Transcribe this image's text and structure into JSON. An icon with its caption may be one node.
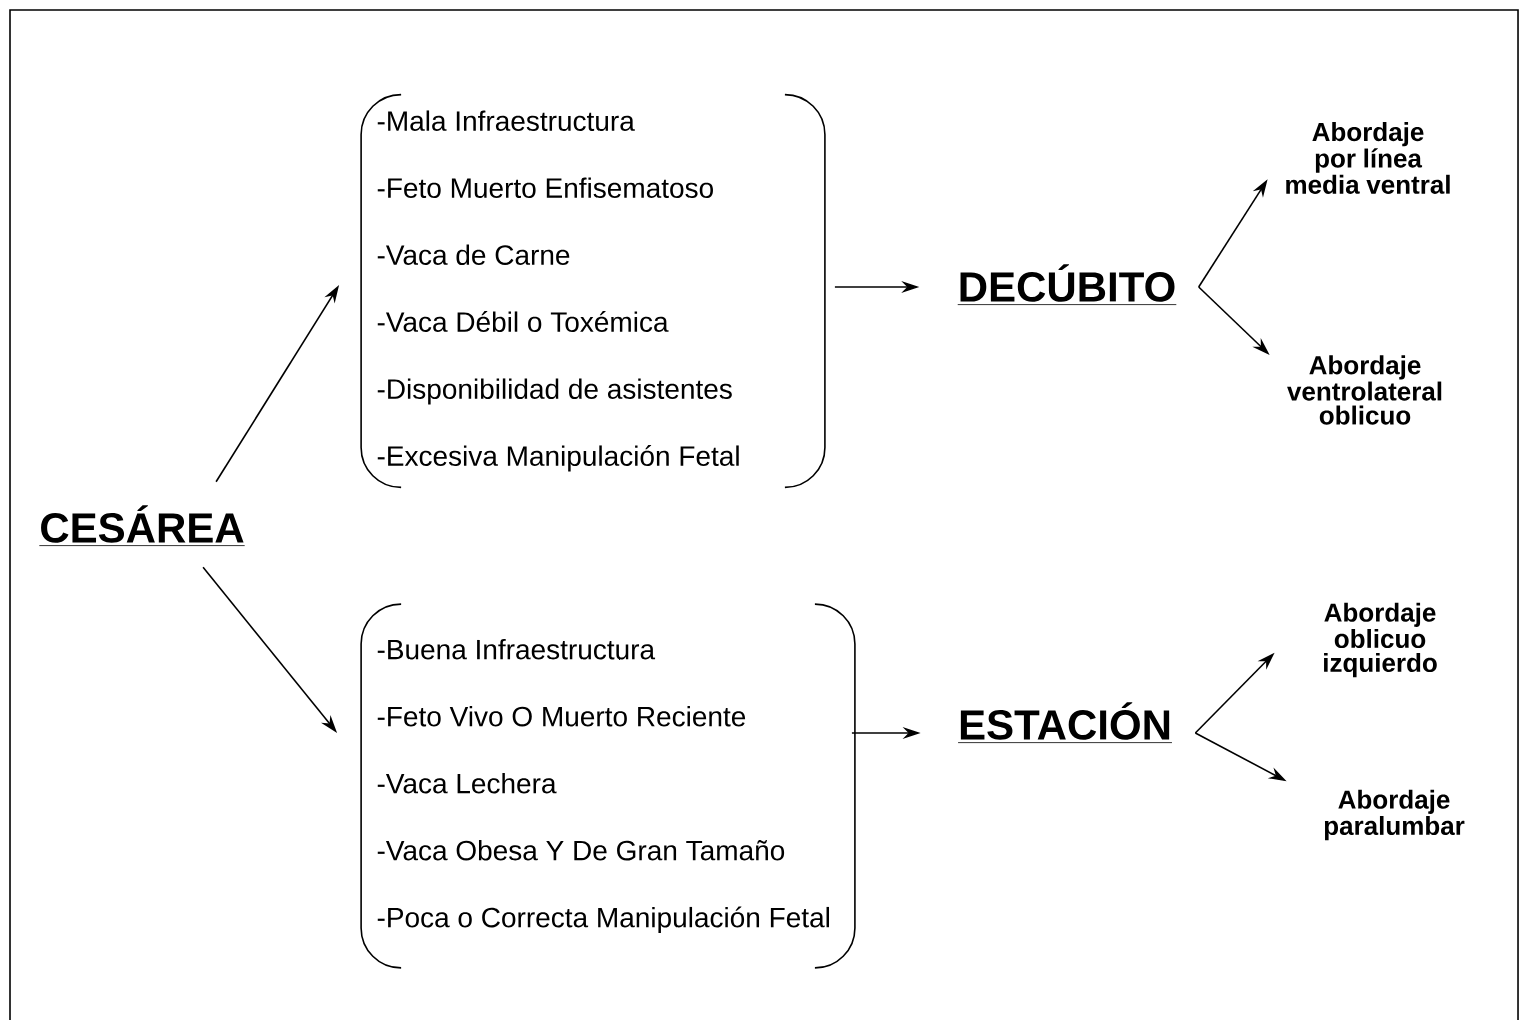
{
  "diagram": {
    "nodes": [
      {
        "text": [
          "CESÁREA"
        ]
      },
      {
        "text": [
          "-Mala Infraestructura",
          "-Feto Muerto Enfisematoso",
          "-Vaca de Carne",
          "-Vaca Débil o Toxémica",
          "-Disponibilidad de asistentes",
          "-Excesiva Manipulación Fetal"
        ]
      },
      {
        "text": [
          "DECÚBITO"
        ]
      },
      {
        "text": [
          "Abordaje por línea media ventral"
        ]
      },
      {
        "text": [
          "Abordaje ventrolateral oblicuo"
        ]
      },
      {
        "text": [
          "-Buena Infraestructura",
          "-Feto Vivo O Muerto Reciente",
          "-Vaca Lechera",
          "-Vaca Obesa Y De Gran Tamaño",
          "-Poca o Correcta Manipulación Fetal"
        ]
      },
      {
        "text": [
          "ESTACIÓN"
        ]
      },
      {
        "text": [
          "Abordaje oblicuo izquierdo"
        ]
      },
      {
        "text": [
          "Abordaje paralumbar"
        ]
      }
    ],
    "edges": [
      {
        "from": 0,
        "to": 1,
        "arrow": "to"
      },
      {
        "from": 0,
        "to": 5,
        "arrow": "to"
      },
      {
        "from": 1,
        "to": 2,
        "arrow": "to"
      },
      {
        "from": 2,
        "to": 3,
        "arrow": "to"
      },
      {
        "from": 2,
        "to": 4,
        "arrow": "to"
      },
      {
        "from": 5,
        "to": 6,
        "arrow": "to"
      },
      {
        "from": 6,
        "to": 7,
        "arrow": "to"
      },
      {
        "from": 6,
        "to": 8,
        "arrow": "to"
      }
    ]
  }
}
